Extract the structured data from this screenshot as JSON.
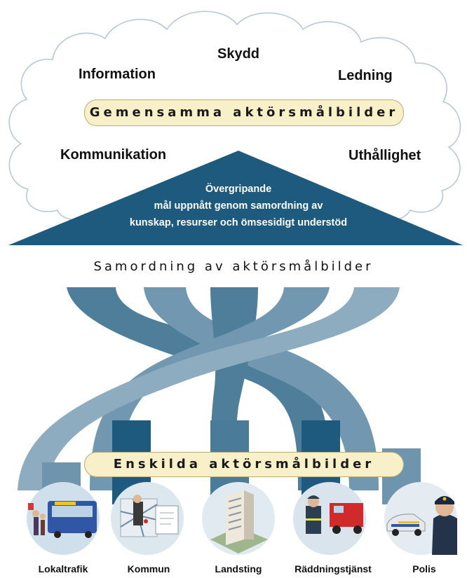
{
  "cloud": {
    "words": {
      "top": "Skydd",
      "left": "Information",
      "right": "Ledning",
      "lower_left": "Kommunikation",
      "lower_right": "Uthållighet"
    },
    "shared_goal_label": "Gemensamma aktörsmålbilder"
  },
  "triangle": {
    "line1": "Övergripande",
    "line2": "mål uppnått genom samordning av",
    "line3": "kunskap, resurser och ömsesidigt understöd"
  },
  "coordination_label": "Samordning av aktörsmålbilder",
  "individual_goal_label": "Enskilda aktörsmålbilder",
  "actors": [
    {
      "label": "Lokaltrafik",
      "icon": "bus-icon"
    },
    {
      "label": "Kommun",
      "icon": "map-document-icon"
    },
    {
      "label": "Landsting",
      "icon": "hospital-building-icon"
    },
    {
      "label": "Räddningstjänst",
      "icon": "firefighter-icon"
    },
    {
      "label": "Polis",
      "icon": "police-icon"
    }
  ],
  "colors": {
    "dark_blue": "#1d5a7d",
    "mid_blue": "#4a7c9a",
    "light_blue": "#6f95ae",
    "pill_fill": "#f7f0c8"
  }
}
